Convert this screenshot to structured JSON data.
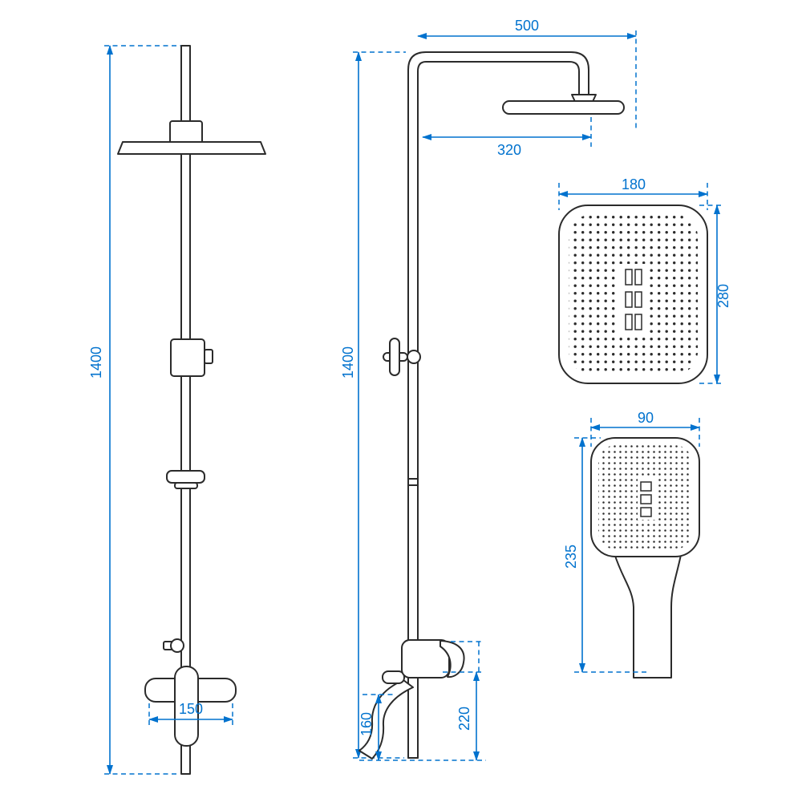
{
  "colors": {
    "dimension_blue": "#0072CE",
    "drawing_line": "#2b2b2b",
    "background": "#ffffff"
  },
  "views": {
    "front": {
      "height": "1400",
      "mixer_width": "150"
    },
    "side": {
      "height": "1400",
      "reach": "500",
      "head_offset": "320",
      "spout_height": "160",
      "mixer_height": "220"
    },
    "head_face": {
      "width": "180",
      "height": "280"
    },
    "hand_shower": {
      "width": "90",
      "length": "235"
    }
  }
}
